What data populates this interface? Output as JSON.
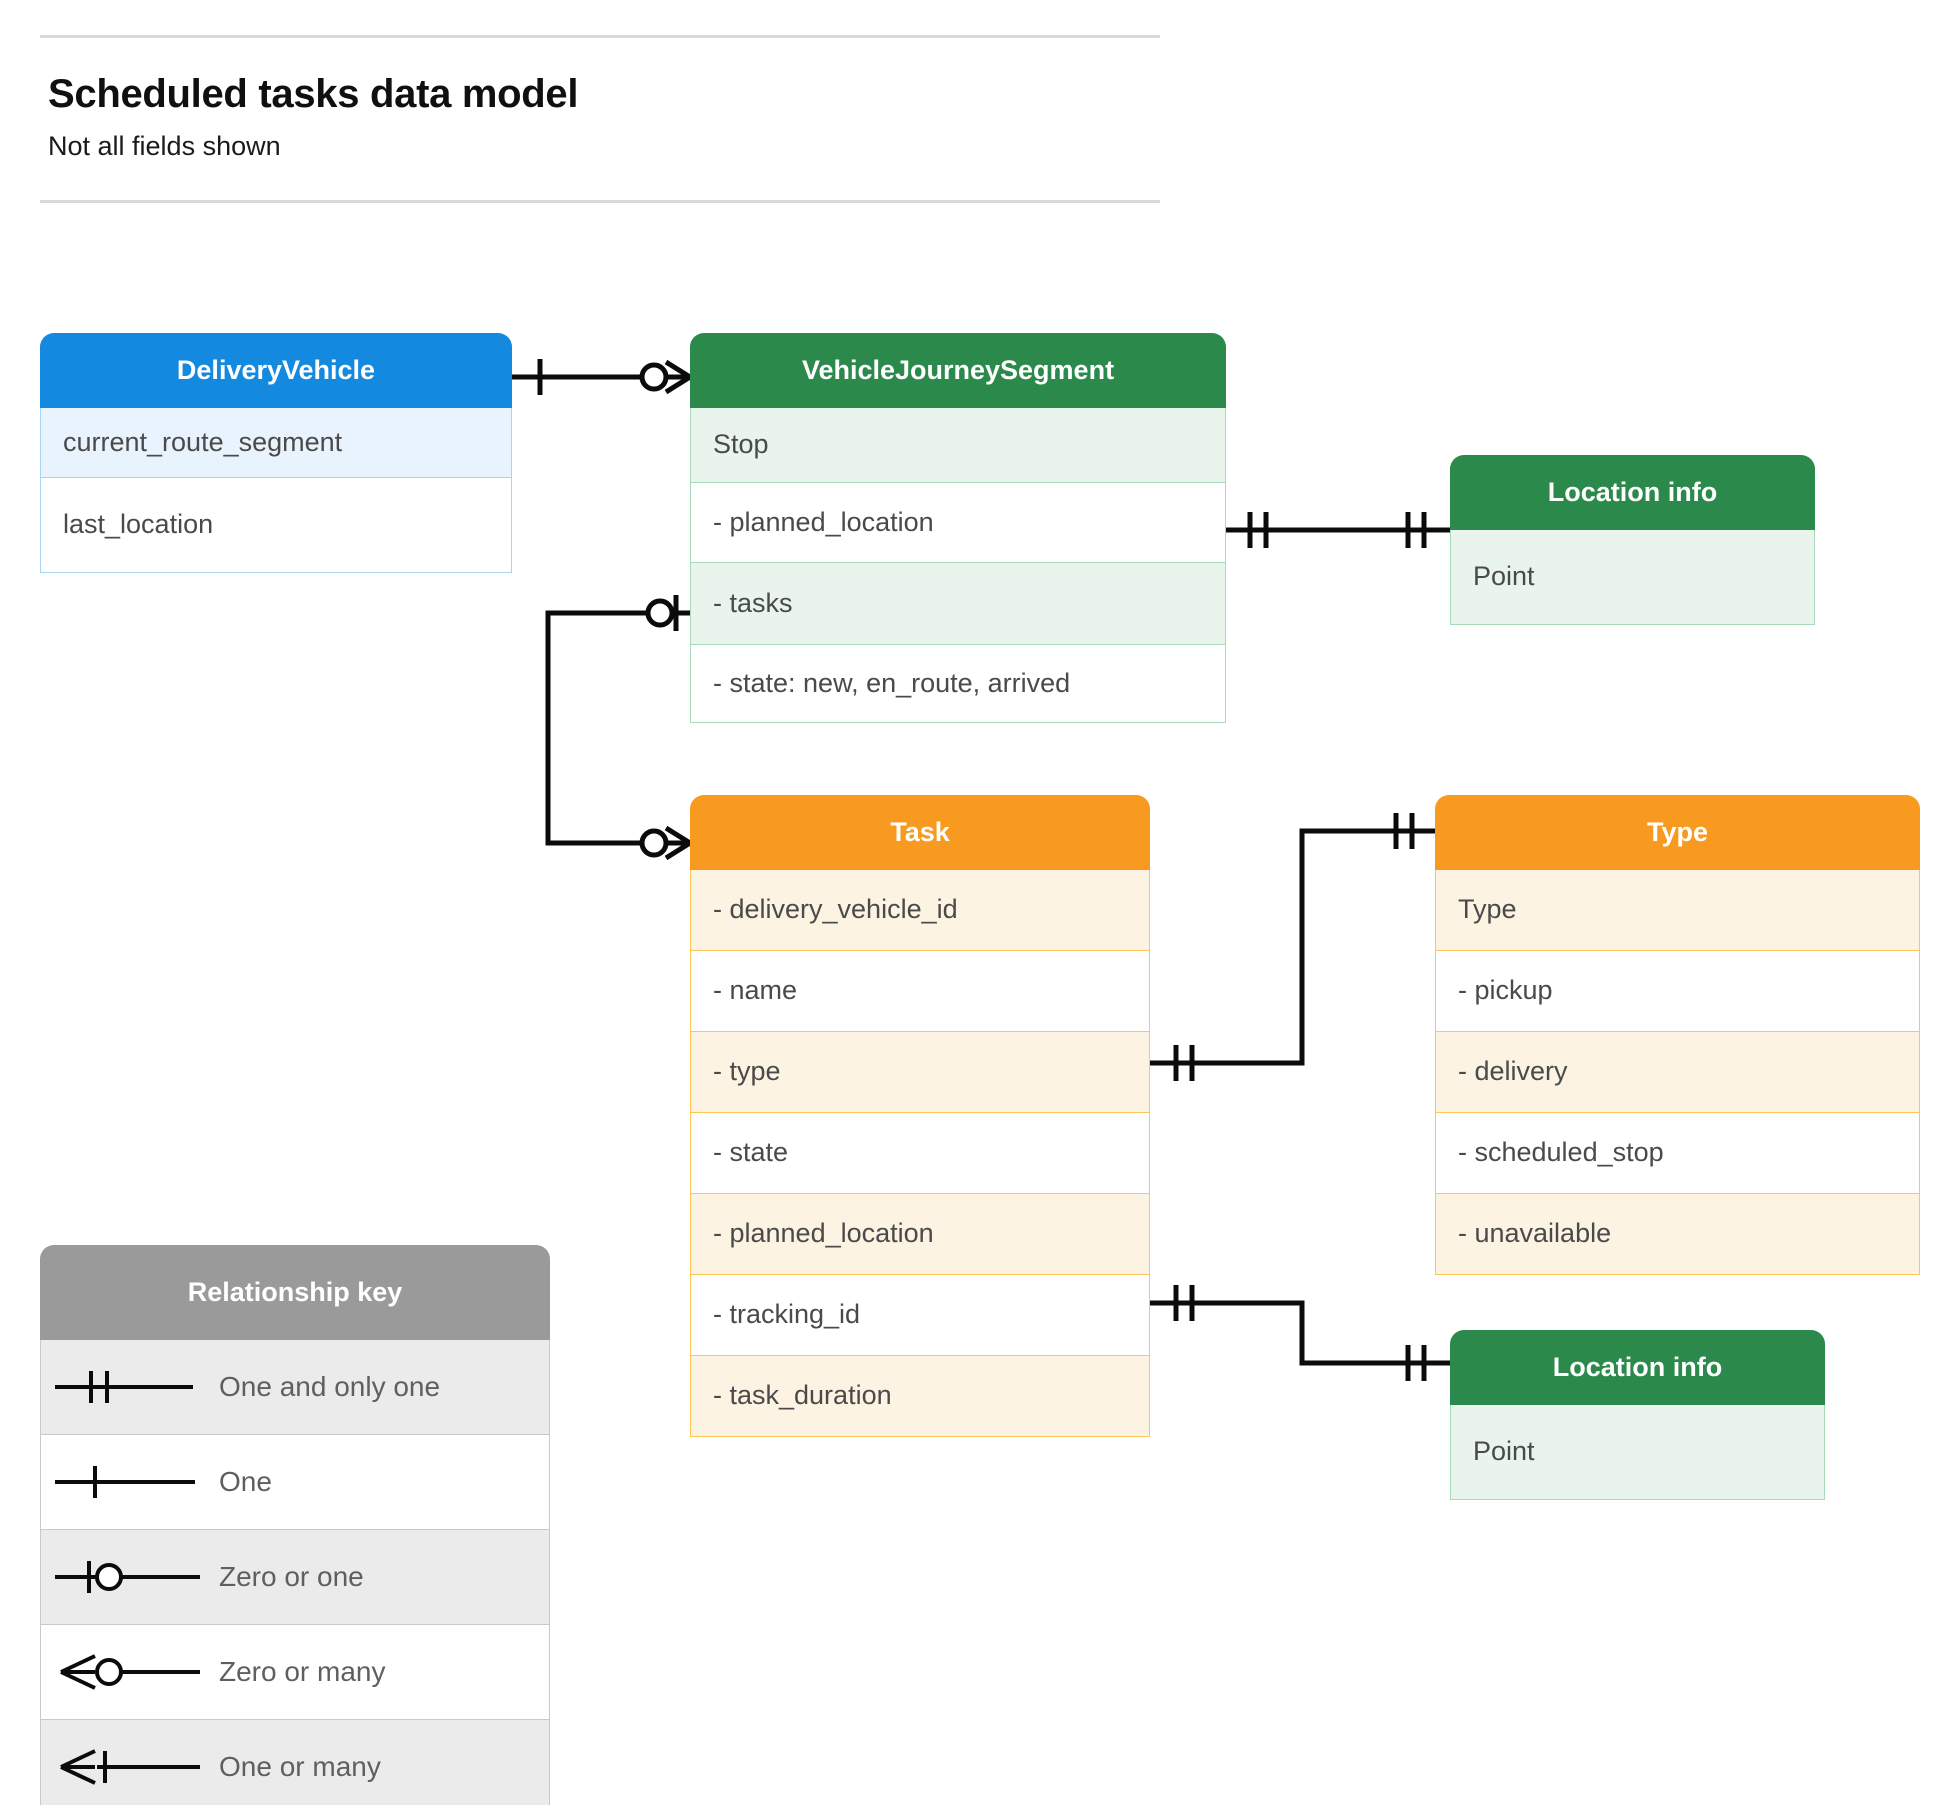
{
  "header": {
    "title": "Scheduled tasks data model",
    "subtitle": "Not all fields shown"
  },
  "entities": {
    "delivery_vehicle": {
      "title": "DeliveryVehicle",
      "color": "#1489e0",
      "rows": [
        "current_route_segment",
        "last_location"
      ]
    },
    "vehicle_journey_segment": {
      "title": "VehicleJourneySegment",
      "color": "#2b8a4b",
      "rows": [
        "Stop",
        "-  planned_location",
        "- tasks",
        "- state: new, en_route, arrived"
      ]
    },
    "location_info_top": {
      "title": "Location info",
      "color": "#2b8a4b",
      "rows": [
        "Point"
      ]
    },
    "task": {
      "title": "Task",
      "color": "#f89a20",
      "rows": [
        "- delivery_vehicle_id",
        "- name",
        "- type",
        "- state",
        "- planned_location",
        "- tracking_id",
        "- task_duration"
      ]
    },
    "type": {
      "title": "Type",
      "color": "#f89a20",
      "rows": [
        "Type",
        "-   pickup",
        "-   delivery",
        "-   scheduled_stop",
        "-   unavailable"
      ]
    },
    "location_info_bottom": {
      "title": "Location info",
      "color": "#2b8a4b",
      "rows": [
        "Point"
      ]
    }
  },
  "relationship_key": {
    "title": "Relationship key",
    "items": [
      {
        "symbol": "one-and-only-one",
        "label": "One and only one"
      },
      {
        "symbol": "one",
        "label": "One"
      },
      {
        "symbol": "zero-or-one",
        "label": "Zero or one"
      },
      {
        "symbol": "zero-or-many",
        "label": "Zero or many"
      },
      {
        "symbol": "one-or-many",
        "label": "One or many"
      }
    ]
  },
  "relationships": [
    {
      "from": "DeliveryVehicle",
      "to": "VehicleJourneySegment",
      "from_cardinality": "one",
      "to_cardinality": "zero-or-many"
    },
    {
      "from": "VehicleJourneySegment.planned_location",
      "to": "Location info (Point)",
      "from_cardinality": "one-and-only-one",
      "to_cardinality": "one-and-only-one"
    },
    {
      "from": "VehicleJourneySegment.tasks",
      "to": "Task",
      "from_cardinality": "zero-or-one",
      "to_cardinality": "zero-or-many"
    },
    {
      "from": "Task.type",
      "to": "Type",
      "from_cardinality": "one-and-only-one",
      "to_cardinality": "one-and-only-one"
    },
    {
      "from": "Task.planned_location",
      "to": "Location info (Point)",
      "from_cardinality": "one-and-only-one",
      "to_cardinality": "one-and-only-one"
    }
  ]
}
